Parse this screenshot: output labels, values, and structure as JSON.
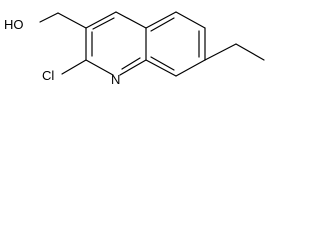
{
  "molecule": {
    "atoms": {
      "hydroxyl": "HO",
      "chloro": "Cl",
      "ring_nitrogen": "N"
    },
    "colors": {
      "ink": "#000000",
      "background": "#ffffff"
    }
  }
}
